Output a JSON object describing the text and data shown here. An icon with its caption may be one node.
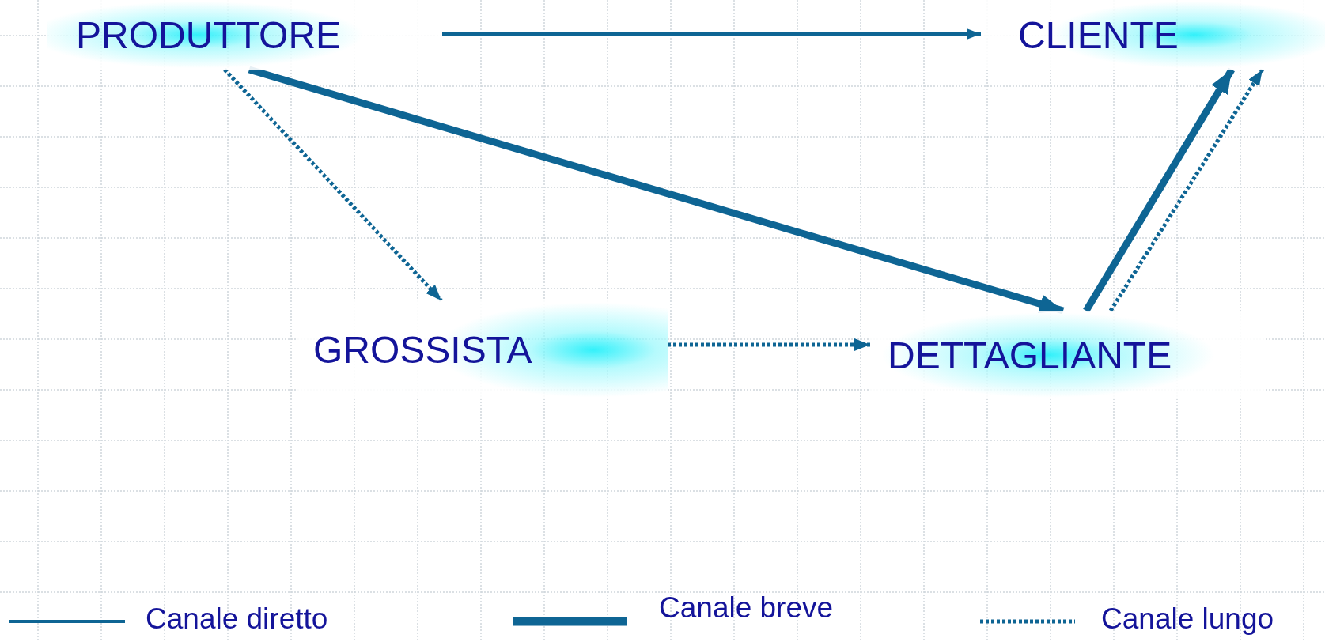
{
  "diagram": {
    "nodes": [
      {
        "text": [
          "PRODUTTORE"
        ]
      },
      {
        "text": [
          "CLIENTE"
        ]
      },
      {
        "text": [
          "GROSSISTA"
        ]
      },
      {
        "text": [
          "DETTAGLIANTE"
        ]
      }
    ],
    "edges": [
      {
        "from": 0,
        "to": 1,
        "arrow": "to"
      },
      {
        "from": 0,
        "to": 3,
        "arrow": "to",
        "style": "thick"
      },
      {
        "from": 0,
        "to": 2,
        "arrow": "to",
        "style": "dashed"
      },
      {
        "from": 2,
        "to": 3,
        "arrow": "to",
        "style": "dashed"
      },
      {
        "from": 3,
        "to": 1,
        "arrow": "to",
        "style": "thick"
      },
      {
        "from": 3,
        "to": 1,
        "arrow": "to",
        "style": "dashed"
      }
    ],
    "legend": [
      {
        "text": "Canale diretto"
      },
      {
        "text": "Canale breve"
      },
      {
        "text": "Canale lungo"
      }
    ]
  }
}
